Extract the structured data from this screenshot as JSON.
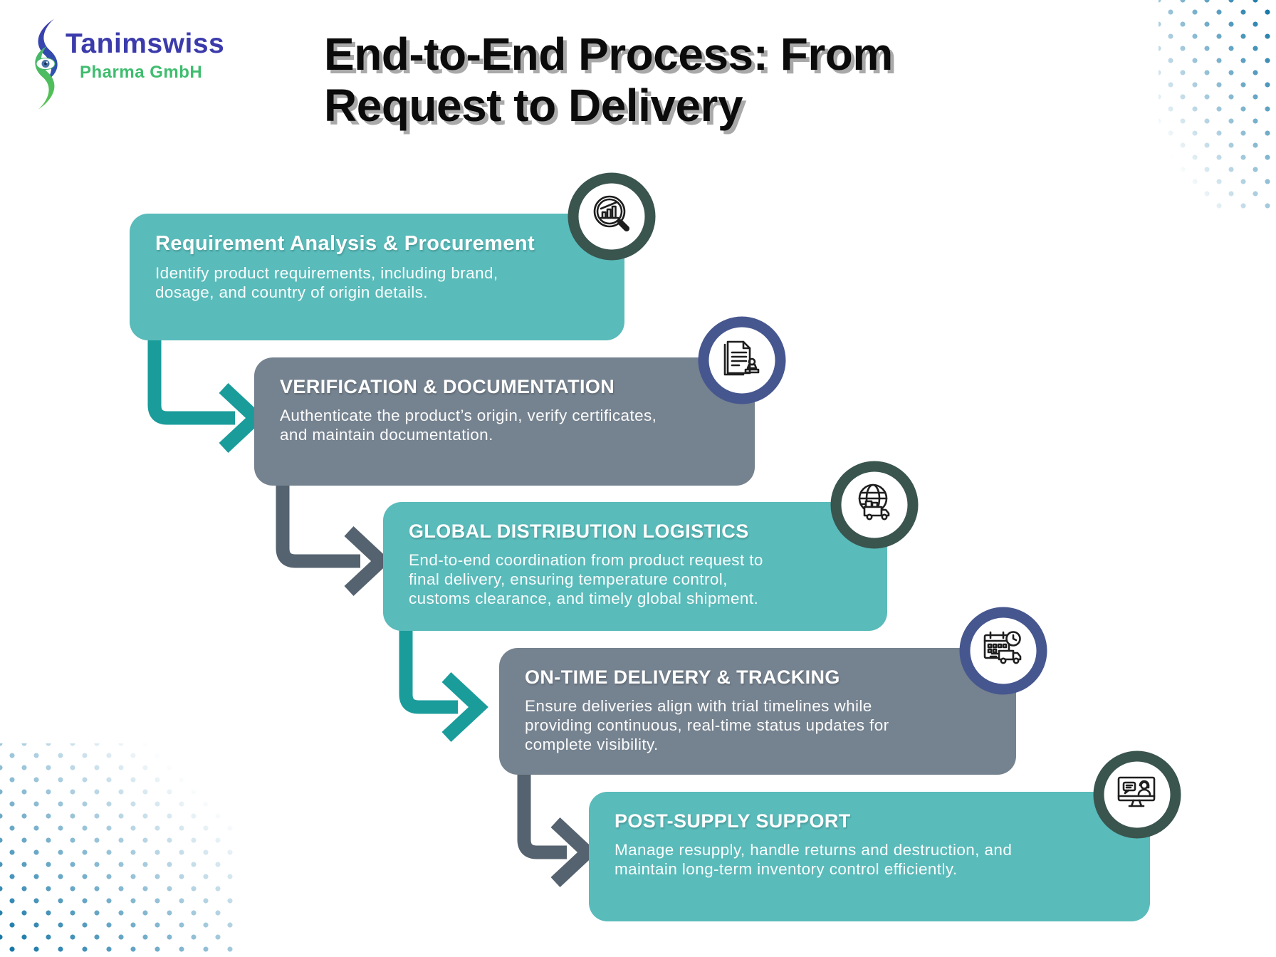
{
  "brand": {
    "name": "Tanimswiss",
    "subtitle": "Pharma GmbH",
    "name_color": "#3B3BAC",
    "subtitle_color": "#3EBD6E"
  },
  "title": {
    "line1": "End-to-End Process: From",
    "line2": "Request to Delivery"
  },
  "steps": [
    {
      "title": "Requirement Analysis & Procurement",
      "body": "Identify product requirements, including brand, dosage, and country of origin details.",
      "icon": "magnifier-bar-chart-icon",
      "box_color": "#59BBBA",
      "ring_color": "#3A544E"
    },
    {
      "title": "VERIFICATION & DOCUMENTATION",
      "body": "Authenticate the product’s origin, verify certificates, and maintain documentation.",
      "icon": "document-stamp-icon",
      "box_color": "#75828F",
      "ring_color": "#46568F"
    },
    {
      "title": "GLOBAL DISTRIBUTION LOGISTICS",
      "body": "End-to-end coordination from product request to final delivery, ensuring temperature control, customs clearance, and timely global shipment.",
      "icon": "globe-truck-icon",
      "box_color": "#59BBBA",
      "ring_color": "#3A544E"
    },
    {
      "title": "ON-TIME DELIVERY & TRACKING",
      "body": "Ensure deliveries align with trial timelines while providing continuous, real-time status updates for complete visibility.",
      "icon": "calendar-clock-truck-icon",
      "box_color": "#75828F",
      "ring_color": "#46568F"
    },
    {
      "title": "POST-SUPPLY SUPPORT",
      "body": "Manage resupply, handle returns and destruction, and maintain long-term inventory control efficiently.",
      "icon": "monitor-support-chat-icon",
      "box_color": "#59BBBA",
      "ring_color": "#3A544E"
    }
  ],
  "connector_colors": {
    "teal": "#1A9C9B",
    "gray": "#55626F"
  },
  "pattern_dot_color": "#1878A8"
}
